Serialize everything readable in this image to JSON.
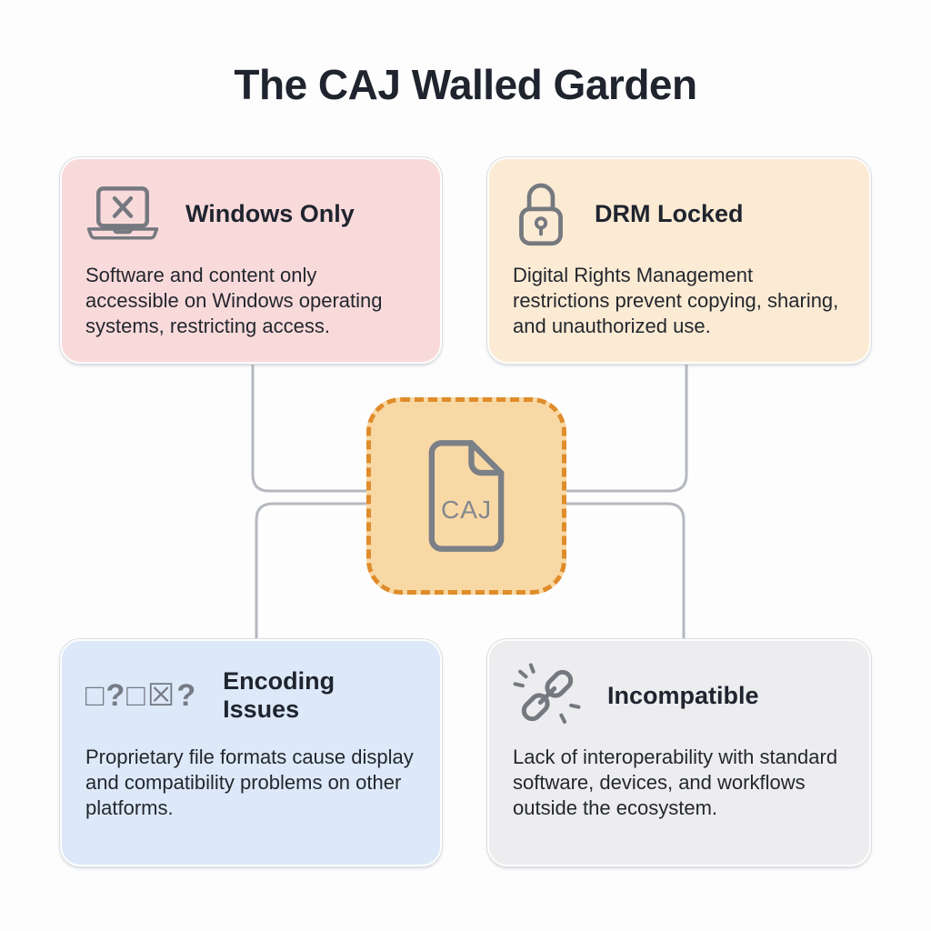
{
  "title": "The CAJ Walled Garden",
  "center": {
    "label": "CAJ",
    "icon": "caj-file-icon"
  },
  "cards": {
    "windows": {
      "title": "Windows Only",
      "body": "Software and content only accessible on Windows operating systems, restricting access.",
      "icon": "laptop-x-icon"
    },
    "drm": {
      "title": "DRM Locked",
      "body": "Digital Rights Management restrictions prevent copying, sharing, and unauthorized use.",
      "icon": "padlock-icon"
    },
    "encoding": {
      "title": "Encoding Issues",
      "body": "Proprietary file formats cause display and compatibility problems on other platforms.",
      "icon": "mojibake-glyphs",
      "glyphs": "□?□☒?"
    },
    "incompatible": {
      "title": "Incompatible",
      "body": "Lack of interoperability with standard software, devices, and workflows outside the ecosystem.",
      "icon": "broken-link-icon"
    }
  },
  "colors": {
    "background": "#fdfdfe",
    "title_text": "#1f242e",
    "body_text": "#23272e",
    "icon_gray": "#75797f",
    "connector_gray": "#b5b9bf",
    "card_windows_bg": "#f9dadb",
    "card_drm_bg": "#fcebd4",
    "card_encoding_bg": "#dde9f8",
    "card_incompatible_bg": "#ededef",
    "center_bg": "#f8d8a5",
    "center_border": "#df8c2b"
  }
}
